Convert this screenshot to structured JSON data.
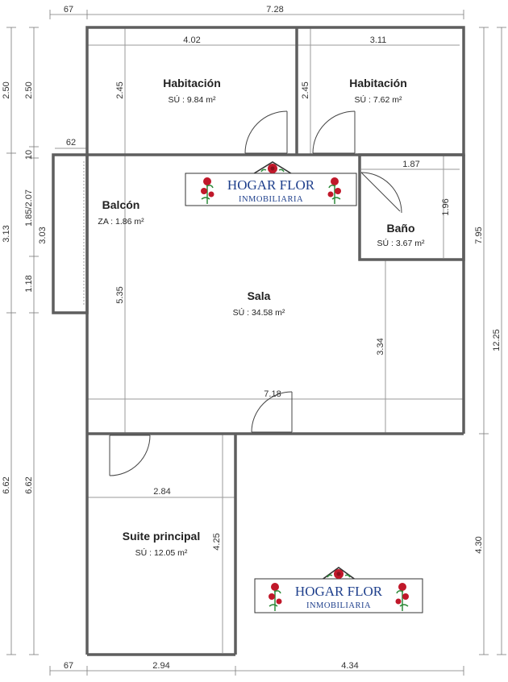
{
  "rooms": {
    "habitacion_1": {
      "name": "Habitación",
      "area": "SÚ : 9.84 m²"
    },
    "habitacion_2": {
      "name": "Habitación",
      "area": "SÚ : 7.62 m²"
    },
    "balcon": {
      "name": "Balcón",
      "area": "ZA : 1.86 m²"
    },
    "bano": {
      "name": "Baño",
      "area": "SÚ : 3.67 m²"
    },
    "sala": {
      "name": "Sala",
      "area": "SÚ : 34.58 m²"
    },
    "suite": {
      "name": "Suite principal",
      "area": "SÚ : 12.05 m²"
    }
  },
  "dimensions": {
    "top_left": "67",
    "top_total": "7.28",
    "hab1_width": "4.02",
    "hab2_width": "3.11",
    "hab1_height": "2.45",
    "hab2_height": "2.45",
    "bano_width": "1.87",
    "bano_height": "1.96",
    "balcon_outer": "62",
    "balcon_height": "3.03",
    "sala_height_left": "5.35",
    "sala_height_right": "3.34",
    "sala_width": "7.18",
    "suite_width": "2.84",
    "suite_height": "4.25",
    "bottom_left": "67",
    "bottom_suite": "2.94",
    "bottom_right": "4.34",
    "left_2_50": "2.50",
    "left_10": "10",
    "left_1_85": "1.85/2.07",
    "left_1_18": "1.18",
    "left_6_62": "6.62",
    "outer_left_2_50": "2.50",
    "outer_left_3_13": "3.13",
    "outer_left_6_62": "6.62",
    "right_7_95": "7.95",
    "right_12_25": "12.25",
    "right_4_30": "4.30"
  },
  "logos": [
    {
      "title": "HOGAR FLOR",
      "subtitle": "INMOBILIARIA"
    },
    {
      "title": "HOGAR FLOR",
      "subtitle": "INMOBILIARIA"
    }
  ],
  "colors": {
    "wall": "#5e5e5e",
    "logo_text": "#1e3f8c",
    "rose": "#c0182a",
    "leaf": "#2e8b3a"
  }
}
